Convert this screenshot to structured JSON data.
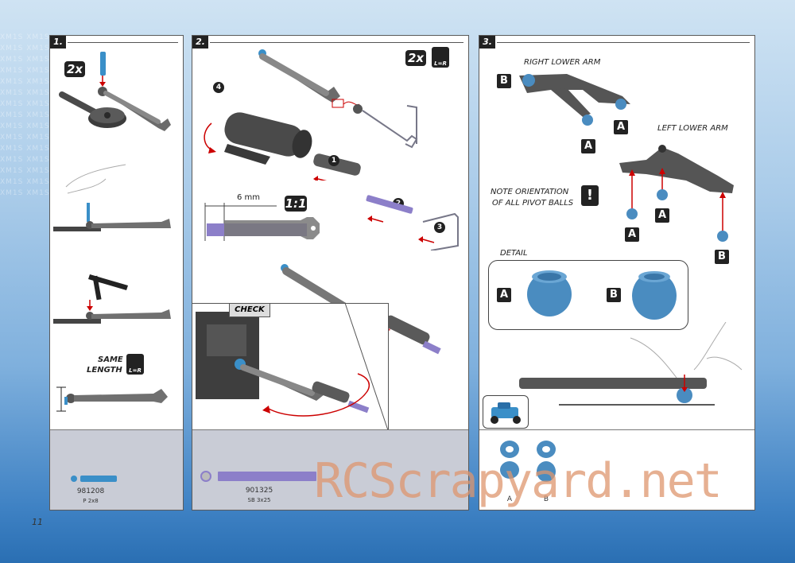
{
  "page": {
    "number": "11",
    "background_tint": "#8fbce3"
  },
  "background_pattern": {
    "text": "XM1S XM1S XM1S XM1S XM1S XM1S XM1S XM1S XM1S XM1S XM1S XM1S XM1S XM1S XM1S XM1S XM1S XM1S XM1S XM1S XM1S XM1S XM1S XM1S XM1S XM1S XM1S XM1S XM1S XM1S"
  },
  "step1": {
    "number": "1.",
    "qty_badge": "2x",
    "same_length_line1": "SAME",
    "same_length_line2": "LENGTH",
    "lr_icon": "L=R",
    "part": {
      "number": "981208",
      "desc": "P 2x8",
      "color": "#3a8fc8"
    }
  },
  "step2": {
    "number": "2.",
    "qty_badge": "2x",
    "lr_icon": "L=R",
    "scale_badge": "1:1",
    "dimension": "6 mm",
    "check": "CHECK",
    "callouts": [
      "1",
      "2",
      "3",
      "4"
    ],
    "part": {
      "number": "901325",
      "desc": "SB 3x25",
      "color": "#8c7fc9"
    }
  },
  "step3": {
    "number": "3.",
    "right_lower_arm": "RIGHT LOWER ARM",
    "left_lower_arm": "LEFT LOWER ARM",
    "note_line1": "NOTE ORIENTATION",
    "note_line2": "OF ALL PIVOT BALLS",
    "warning_icon": "!",
    "detail": "DETAIL",
    "labels": {
      "a": "A",
      "b": "B"
    },
    "ball_color": "#4a8cc0",
    "parts": [
      {
        "label": "A"
      },
      {
        "label": "B"
      }
    ]
  },
  "watermark": "RCScrapyard.net"
}
